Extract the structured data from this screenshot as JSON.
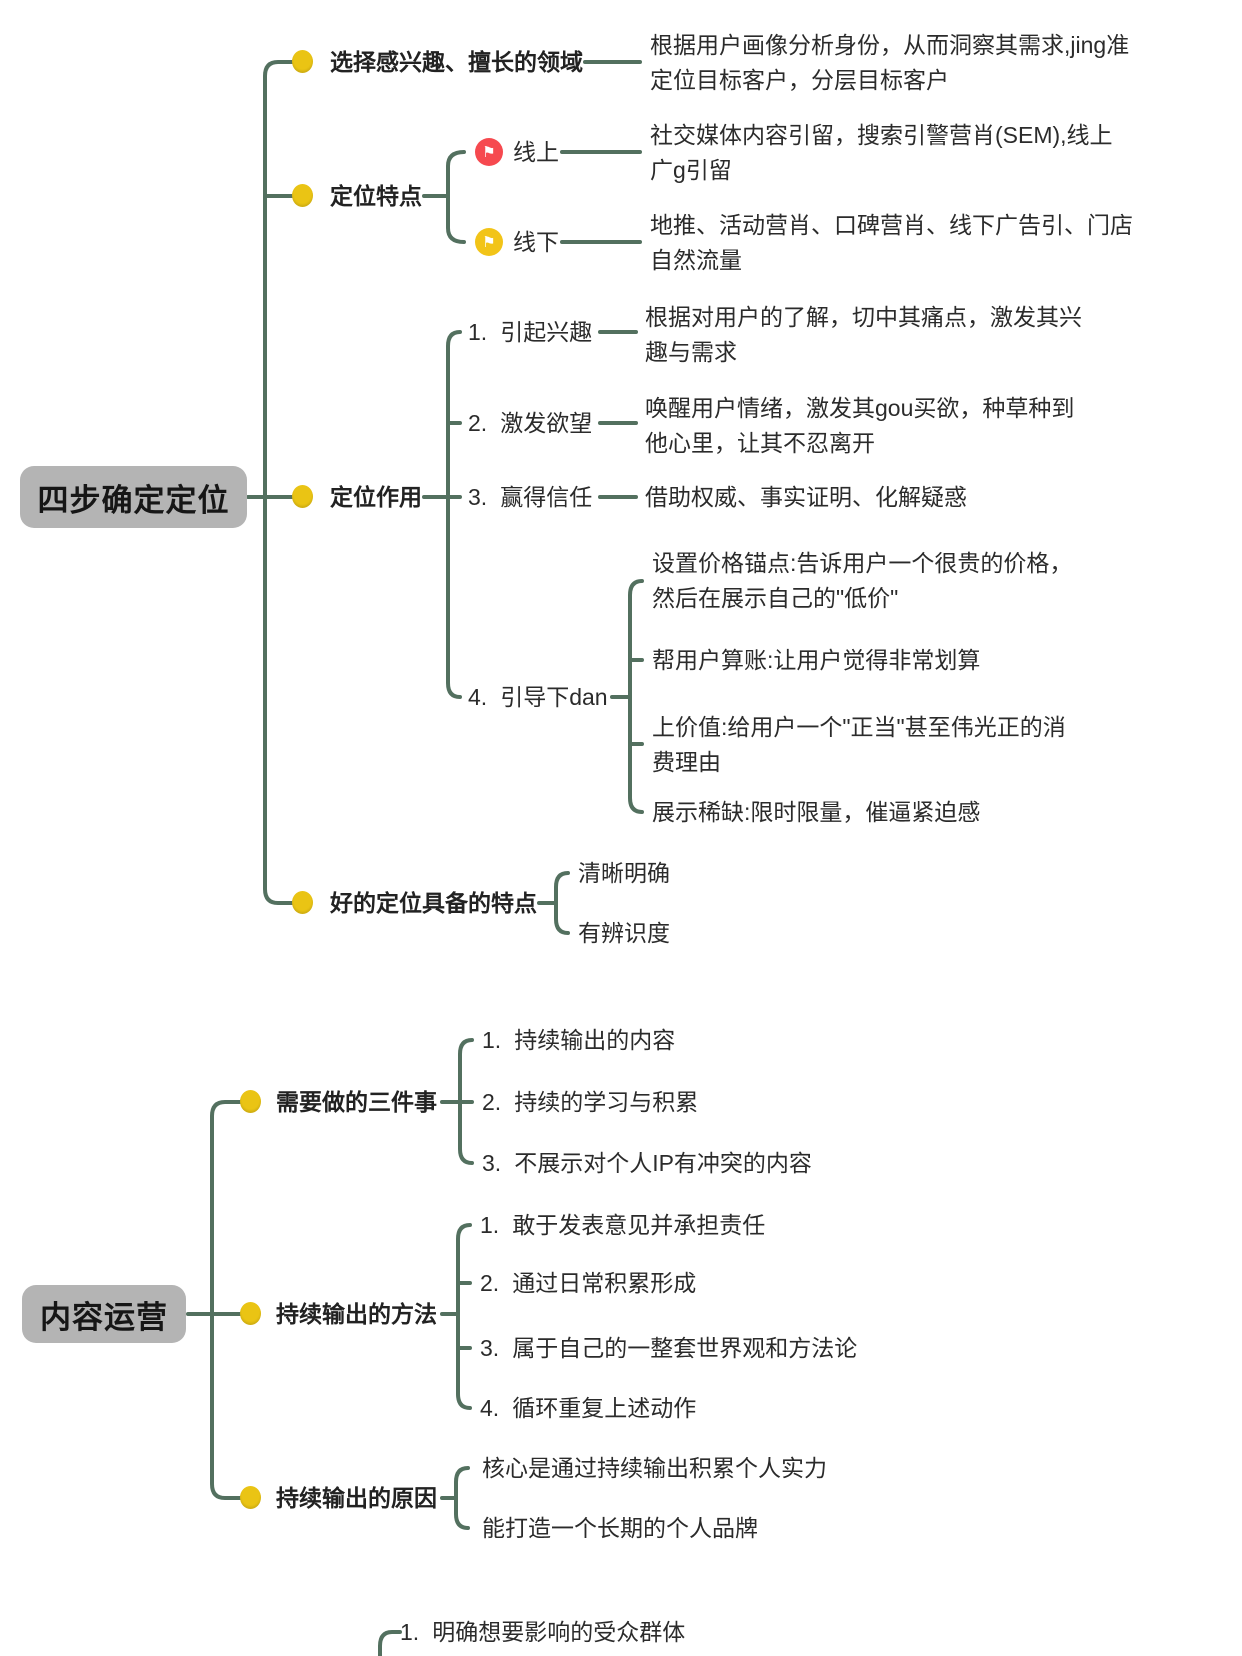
{
  "colors": {
    "connector": "#53705f",
    "topic_dot": "#eac414",
    "flag_red": "#f6494f",
    "flag_yellow": "#f2c418",
    "root_bg": "#b4b4b4"
  },
  "tree1": {
    "root": "四步确定定位",
    "b1": {
      "label": "选择感兴趣、擅长的领域",
      "note": "根据用户画像分析身份，从而洞察其需求,jing准定位目标客户，分层目标客户"
    },
    "b2": {
      "label": "定位特点",
      "children": [
        {
          "icon": "flag-red",
          "label": "线上",
          "note": "社交媒体内容引留，搜索引警营肖(SEM),线上广g引留"
        },
        {
          "icon": "flag-yellow",
          "label": "线下",
          "note": "地推、活动营肖、口碑营肖、线下广告引、门店自然流量"
        }
      ]
    },
    "b3": {
      "label": "定位作用",
      "children": [
        {
          "num": "1.",
          "label": "引起兴趣",
          "note": "根据对用户的了解，切中其痛点，激发其兴趣与需求"
        },
        {
          "num": "2.",
          "label": "激发欲望",
          "note": "唤醒用户情绪，激发其gou买欲，种草种到他心里，让其不忍离开"
        },
        {
          "num": "3.",
          "label": "赢得信任",
          "note": "借助权威、事实证明、化解疑惑"
        },
        {
          "num": "4.",
          "label": "引导下dan",
          "subs": [
            "设置价格锚点:告诉用户一个很贵的价格，然后在展示自己的\"低价\"",
            "帮用户算账:让用户觉得非常划算",
            "上价值:给用户一个\"正当\"甚至伟光正的消费理由",
            "展示稀缺:限时限量，催逼紧迫感"
          ]
        }
      ]
    },
    "b4": {
      "label": "好的定位具备的特点",
      "children": [
        "清晰明确",
        "有辨识度"
      ]
    }
  },
  "tree2": {
    "root": "内容运营",
    "b1": {
      "label": "需要做的三件事",
      "children": [
        {
          "num": "1.",
          "label": "持续输出的内容"
        },
        {
          "num": "2.",
          "label": "持续的学习与积累"
        },
        {
          "num": "3.",
          "label": "不展示对个人IP有冲突的内容"
        }
      ]
    },
    "b2": {
      "label": "持续输出的方法",
      "children": [
        {
          "num": "1.",
          "label": "敢于发表意见并承担责任"
        },
        {
          "num": "2.",
          "label": "通过日常积累形成"
        },
        {
          "num": "3.",
          "label": "属于自己的一整套世界观和方法论"
        },
        {
          "num": "4.",
          "label": "循环重复上述动作"
        }
      ]
    },
    "b3": {
      "label": "持续输出的原因",
      "children": [
        {
          "label": "核心是通过持续输出积累个人实力"
        },
        {
          "label": "能打造一个长期的个人品牌"
        }
      ]
    }
  },
  "partial": {
    "num": "1.",
    "label": "明确想要影响的受众群体"
  }
}
